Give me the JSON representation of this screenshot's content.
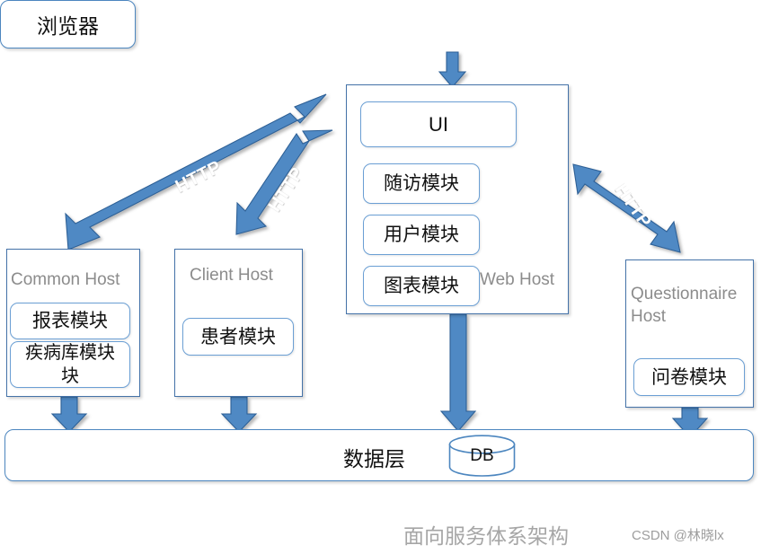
{
  "diagram": {
    "caption": "面向服务体系架构",
    "watermark": "CSDN @林晓lx",
    "colors": {
      "arrow_fill": "#4f89c4",
      "arrow_stroke": "#2f6196",
      "box_border": "#4472a8",
      "module_border": "#6b9fd4",
      "host_label": "#8c8c8c",
      "caption": "#a6a6a6"
    }
  },
  "browser": {
    "label": "浏览器"
  },
  "web_host": {
    "label": "Web Host",
    "modules": [
      {
        "label": "UI"
      },
      {
        "label": "随访模块"
      },
      {
        "label": "用户模块"
      },
      {
        "label": "图表模块"
      }
    ]
  },
  "common_host": {
    "label": "Common Host",
    "modules": [
      {
        "label": "报表模块"
      },
      {
        "label": "疾病库模块块"
      }
    ]
  },
  "client_host": {
    "label": "Client Host",
    "modules": [
      {
        "label": "患者模块"
      }
    ]
  },
  "questionnaire_host": {
    "label": "Questionnaire Host",
    "modules": [
      {
        "label": "问卷模块"
      }
    ]
  },
  "data_layer": {
    "label": "数据层",
    "db_label": "DB"
  },
  "connections": [
    {
      "id": "browser-to-web",
      "label": "",
      "from": "browser",
      "to": "web_host",
      "style": "single-arrow-down"
    },
    {
      "id": "web-to-common",
      "label": "HTTP",
      "from": "web_host",
      "to": "common_host",
      "style": "double-arrow"
    },
    {
      "id": "web-to-client",
      "label": "HTTP",
      "from": "web_host",
      "to": "client_host",
      "style": "double-arrow"
    },
    {
      "id": "web-to-questionnaire",
      "label": "HTTP",
      "from": "web_host",
      "to": "questionnaire_host",
      "style": "double-arrow"
    },
    {
      "id": "common-to-data",
      "label": "",
      "from": "common_host",
      "to": "data_layer",
      "style": "single-arrow-down"
    },
    {
      "id": "client-to-data",
      "label": "",
      "from": "client_host",
      "to": "data_layer",
      "style": "single-arrow-down"
    },
    {
      "id": "web-to-data",
      "label": "",
      "from": "web_host",
      "to": "data_layer",
      "style": "single-arrow-down"
    },
    {
      "id": "questionnaire-to-data",
      "label": "",
      "from": "questionnaire_host",
      "to": "data_layer",
      "style": "single-arrow-down"
    }
  ]
}
